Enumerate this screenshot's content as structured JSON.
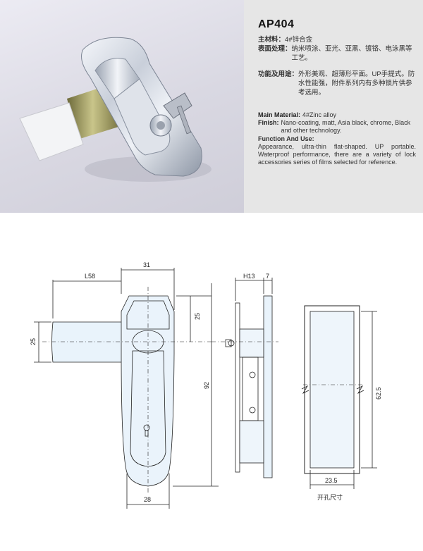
{
  "product": {
    "model": "AP404",
    "cn": {
      "material_label": "主材料：",
      "material_value": "4#锌合金",
      "finish_label": "表面处理：",
      "finish_value": "纳米喷涂、亚光、亚黑、镀铬、电泳黑等工艺。",
      "use_label": "功能及用途：",
      "use_value": "外形美观、超薄形平面。UP手提式。防水性能强，附件系列内有多种锁片供参考选用。"
    },
    "en": {
      "material_label": "Main Material:",
      "material_value": "4#Zinc alloy",
      "finish_label": "Finish:",
      "finish_value": "Nano-coating, matt, Asia black, chrome, Black and other technology.",
      "use_label": "Function And Use:",
      "use_value": "Appearance, ultra-thin flat-shaped. UP portable. Waterproof performance, there are a variety of lock accessories series of films selected for reference."
    }
  },
  "drawing": {
    "dims": {
      "l58": "L58",
      "w31": "31",
      "d25_top": "25",
      "d25_left": "25",
      "h92": "92",
      "w28": "28",
      "h13": "H13",
      "d7": "7",
      "h62_5": "62.5",
      "w23_5": "23.5"
    },
    "cutout_caption": "开孔尺寸"
  },
  "colors": {
    "spec_bg": "#e6e6e6",
    "photo_bg": "#d9d8e2",
    "line": "#222222"
  }
}
